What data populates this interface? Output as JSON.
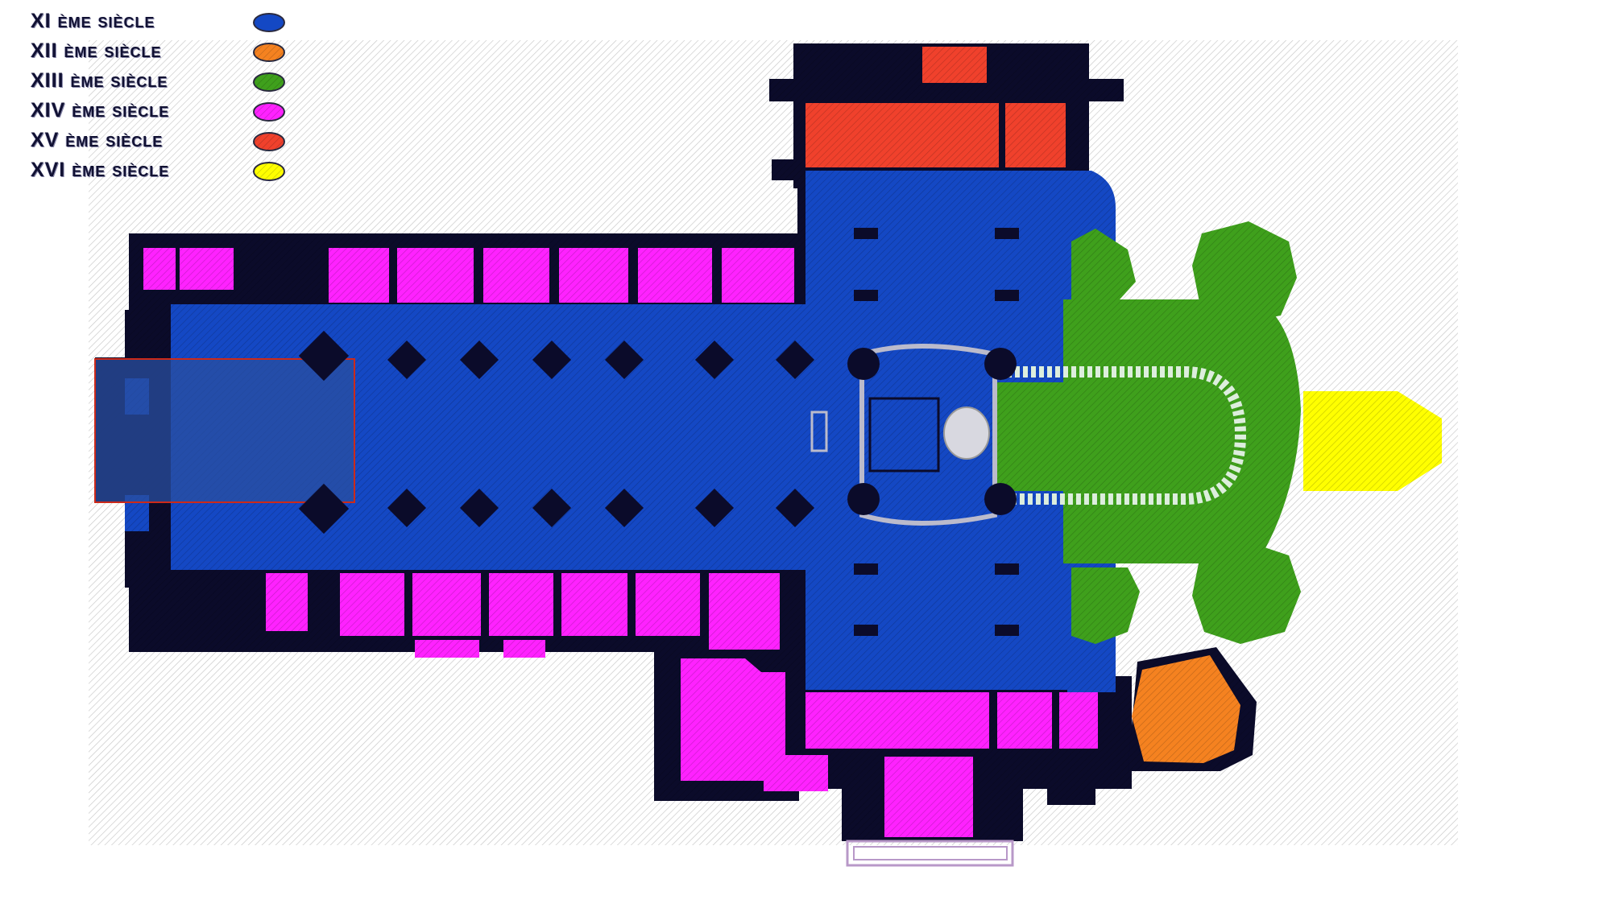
{
  "legend": {
    "items": [
      {
        "label": "XI ème siècle",
        "color": "#1448c4"
      },
      {
        "label": "XII ème siècle",
        "color": "#f58220"
      },
      {
        "label": "XIII ème siècle",
        "color": "#3fa01c"
      },
      {
        "label": "XIV ème siècle",
        "color": "#ff22ff"
      },
      {
        "label": "XV ème siècle",
        "color": "#f0412c"
      },
      {
        "label": "XVI ème siècle",
        "color": "#ffff00"
      }
    ]
  },
  "colors": {
    "wall": "#0b0b2a",
    "wall_brown": "#2a0f10",
    "highlight": "#2a4fa0",
    "highlight_border": "#cc2a1a"
  }
}
